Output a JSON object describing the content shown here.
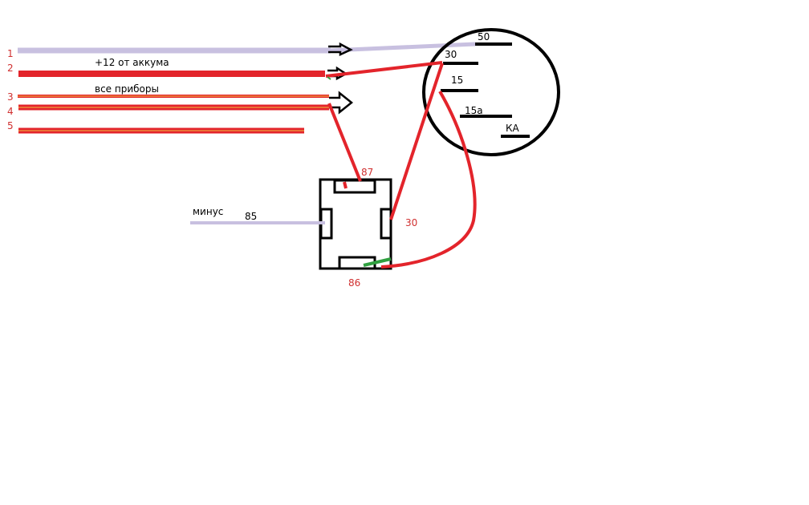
{
  "wires": {
    "numbers": [
      "1",
      "2",
      "3",
      "4",
      "5"
    ],
    "label_plus12": "+12 от аккума",
    "label_all_devices": "все приборы"
  },
  "ignition_switch": {
    "terminals": [
      "50",
      "30",
      "15",
      "15а",
      "КА"
    ]
  },
  "relay": {
    "pin_87": "87",
    "pin_30": "30",
    "pin_86": "86",
    "pin_85": "85",
    "minus_label": "минус"
  },
  "colors": {
    "red_wire": "#e3242b",
    "lavender_wire": "#c8c0e0",
    "yellow_stripe": "#f0c040",
    "green_wire": "#30a040"
  }
}
